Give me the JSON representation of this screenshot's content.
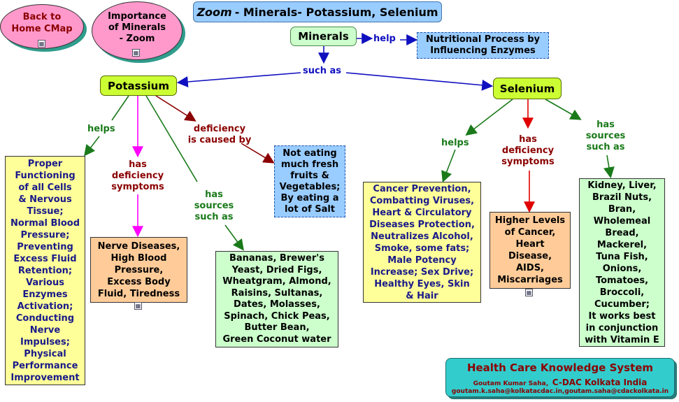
{
  "title": {
    "prefix": "Zoom",
    "rest": "- Minerals- Potassium, Selenium"
  },
  "nav": {
    "back_home": "Back to\nHome CMap",
    "importance": "Importance\nof Minerals\n- Zoom"
  },
  "nodes": {
    "minerals": "Minerals",
    "nutritional": "Nutritional Process by\nInfluencing Enzymes",
    "potassium": "Potassium",
    "selenium": "Selenium",
    "k_helps_text": "Proper\nFunctioning\nof all Cells\n& Nervous\nTissue;\nNormal Blood\nPressure;\nPreventing\nExcess Fluid\nRetention;\nVarious\nEnzymes\nActivation;\nConducting\nNerve\nImpulses;\nPhysical\nPerformance\nImprovement",
    "k_symptoms_text": "Nerve Diseases,\nHigh Blood\nPressure,\nExcess Body\nFluid, Tiredness",
    "k_sources_text": "Bananas, Brewer's\nYeast, Dried Figs,\nWheatgram, Almond,\nRaisins, Sultanas,\nDates, Molasses,\nSpinach, Chick Peas,\nButter Bean,\nGreen Coconut water",
    "k_cause_text": "Not eating\nmuch fresh\nfruits &\nVegetables;\nBy eating a\nlot of Salt",
    "se_helps_text": "Cancer Prevention,\nCombatting Viruses,\nHeart & Circulatory\nDiseases Protection,\nNeutralizes Alcohol,\nSmoke, some fats;\nMale Potency\nIncrease; Sex Drive;\nHealthy Eyes, Skin\n& Hair",
    "se_symptoms_text": "Higher Levels\nof Cancer,\nHeart\nDisease,\nAIDS,\nMiscarriages",
    "se_sources_text": "Kidney, Liver,\nBrazil Nuts,\nBran,\nWholemeal\nBread,\nMackerel,\nTuna Fish,\nOnions,\nTomatoes,\nBroccoli,\nCucumber;\nIt works best\nin conjunction\nwith Vitamin E"
  },
  "links": {
    "help": "help",
    "such_as": "such as",
    "k_helps": "helps",
    "k_has_deficiency_symptoms": "has\ndeficiency\nsymptoms",
    "k_deficiency_caused_by": "deficiency\nis caused by",
    "k_has_sources": "has\nsources\nsuch as",
    "se_helps": "helps",
    "se_has_deficiency_symptoms": "has\ndeficiency\nsymptoms",
    "se_has_sources": "has\nsources\nsuch as"
  },
  "footer": {
    "title": "Health Care Knowledge System",
    "author": "Goutam Kumar Saha,",
    "org": "C-DAC Kolkata India",
    "emails": "goutam.k.saha@kolkatacdac.in,goutam.saha@cdackolkata.in"
  },
  "icons": {
    "cmap": "cmap-icon"
  },
  "colors": {
    "pink": "#ff99cc",
    "yellow": "#ffff99",
    "peach": "#ffcc99",
    "light_green": "#ccffcc",
    "light_blue": "#99ccff",
    "lime": "#ccff33",
    "teal": "#33cccc",
    "link_green": "#1a7a1a",
    "link_maroon": "#8b0000",
    "link_blue": "#1010c0"
  }
}
